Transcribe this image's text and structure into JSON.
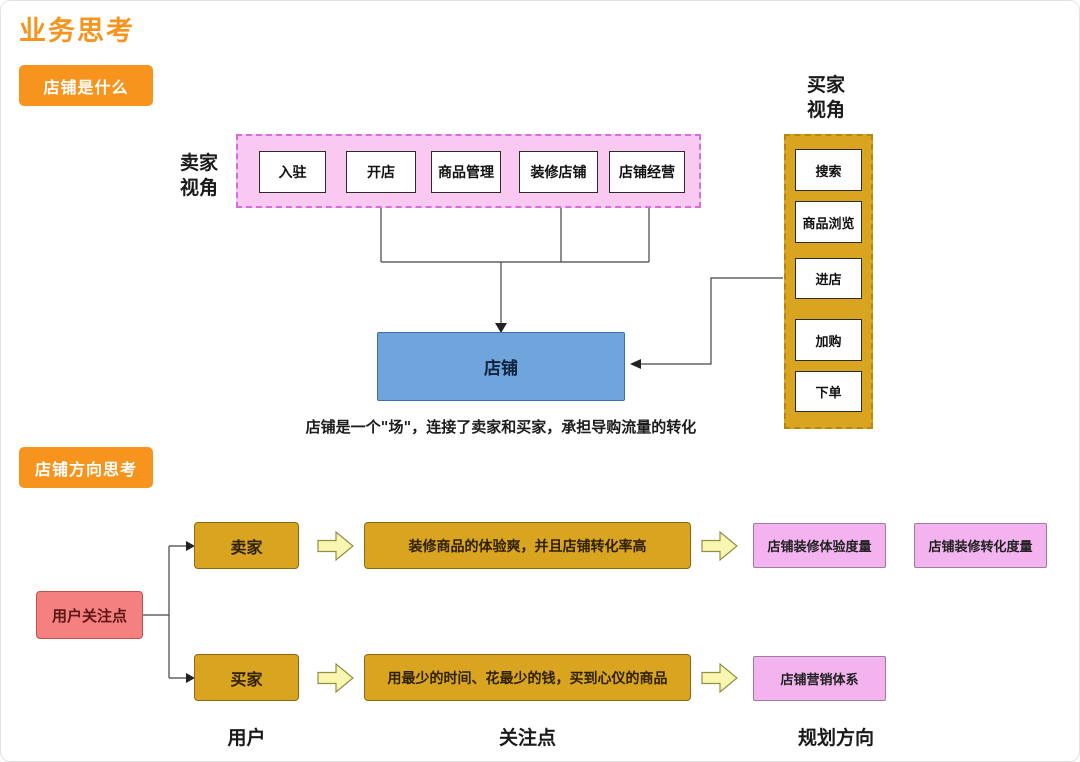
{
  "title": "业务思考",
  "colors": {
    "accent_orange": "#F7941E",
    "pink_container_fill": "#F9C9F2",
    "pink_container_border": "#D46FD4",
    "gold_fill": "#D9A521",
    "gold_border": "#8B6914",
    "blue_fill": "#6FA5DC",
    "blue_border": "#3D6FA8",
    "red_fill": "#F58080",
    "red_border": "#C0504D",
    "result_pink_fill": "#F2B3EF",
    "result_pink_border": "#9E7B9E",
    "block_arrow_fill": "#F8F5AE",
    "connector_line": "#444444"
  },
  "section1": {
    "badge": "店铺是什么",
    "seller_label": {
      "line1": "卖家",
      "line2": "视角"
    },
    "seller_steps": [
      "入驻",
      "开店",
      "商品管理",
      "装修店铺",
      "店铺经营"
    ],
    "buyer_label": {
      "line1": "买家",
      "line2": "视角"
    },
    "buyer_steps": [
      "搜索",
      "商品浏览",
      "进店",
      "加购",
      "下单"
    ],
    "store_box": "店铺",
    "caption": "店铺是一个\"场\"，连接了卖家和买家，承担导购流量的转化"
  },
  "section2": {
    "badge": "店铺方向思考",
    "root_box": "用户关注点",
    "rows": [
      {
        "user": "卖家",
        "focus": "装修商品的体验爽，并且店铺转化率高",
        "directions": [
          "店铺装修体验度量",
          "店铺装修转化度量"
        ]
      },
      {
        "user": "买家",
        "focus": "用最少的时间、花最少的钱，买到心仪的商品",
        "directions": [
          "店铺营销体系"
        ]
      }
    ],
    "column_labels": [
      "用户",
      "关注点",
      "规划方向"
    ]
  }
}
